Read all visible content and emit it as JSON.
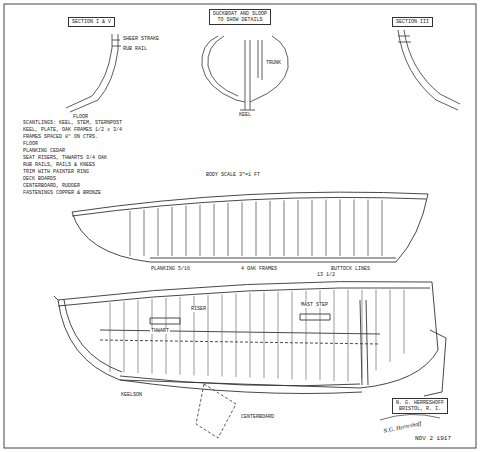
{
  "diagram": {
    "nodes": [
      {
        "text": [
          "DUCKBOAT AND SLOOP",
          "TO SHOW DETAILS"
        ]
      },
      {
        "text": [
          "SECTION I & V"
        ]
      },
      {
        "text": [
          "SECTION III"
        ]
      },
      {
        "text": [
          "N. G. HERRESHOFF",
          "BRISTOL, R. I."
        ]
      }
    ],
    "labels": [
      "SHEER STRAKE",
      "RUB RAIL",
      "FLOOR",
      "KEEL",
      "TRUNK",
      "SCANTLINGS: KEEL, STEM, STERNPOST",
      "KEEL, PLATE, OAK FRAMES 1/2 x 3/4",
      "FRAMES SPACED 8\" ON CTRS.",
      "FLOOR",
      "PLANKING CEDAR",
      "SEAT RISERS, THWARTS 3/4 OAK",
      "RUB RAILS, RAILS & KNEES",
      "TRIM WITH PAINTER RING",
      "DECK BOARDS",
      "CENTERBOARD, RUDDER",
      "FASTENINGS COPPER & BRONZE",
      "BODY SCALE 3\"=1 FT",
      "PLANKING 5/16",
      "4 OAK FRAMES",
      "BUTTOCK LINES",
      "RISER",
      "MAST STEP",
      "13 1/2",
      "THWART",
      "KEELSON",
      "CENTERBOARD",
      "N.G. Herreshoff",
      "NOV 2 1917"
    ]
  }
}
